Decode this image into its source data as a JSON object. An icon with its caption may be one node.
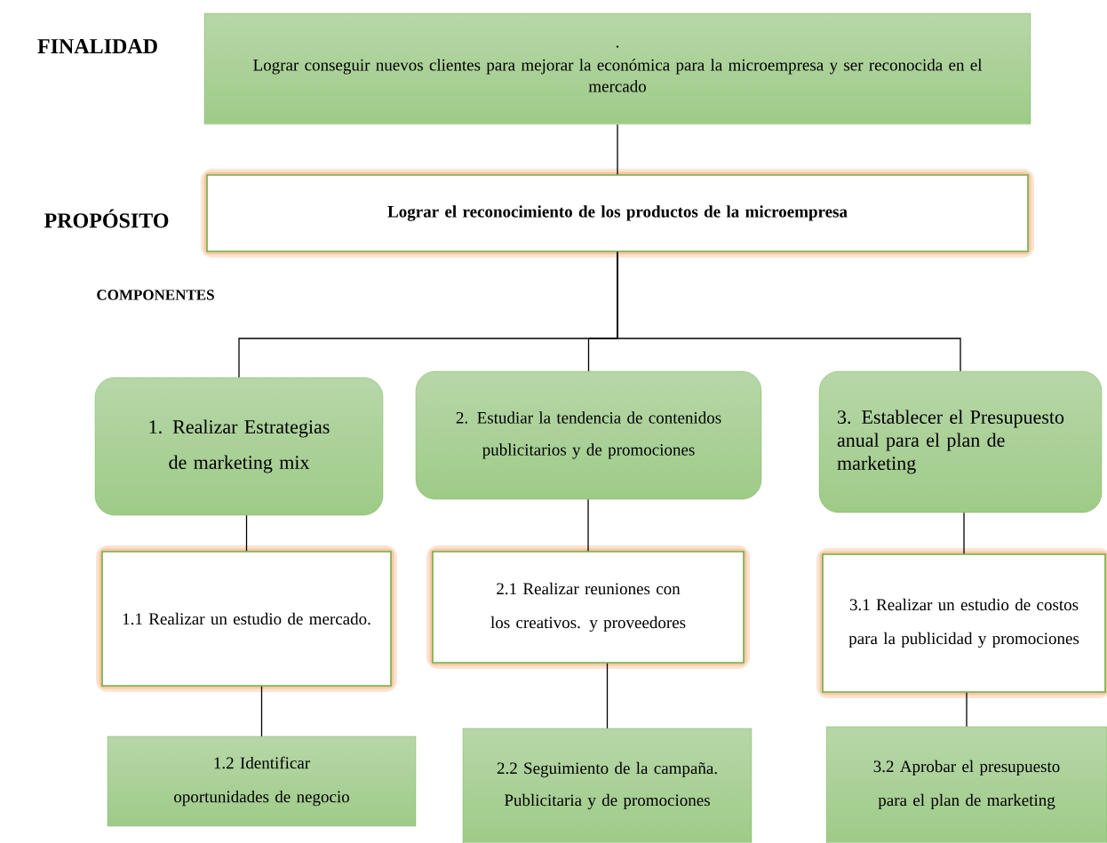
{
  "diagram": {
    "nodes": [
      {
        "text": [
          ".",
          "Lograr conseguir nuevos clientes para mejorar la económica para la microempresa y ser reconocida en el mercado"
        ]
      },
      {
        "text": [
          "Lograr el reconocimiento de los productos de la microempresa"
        ]
      },
      {
        "text": [
          "1. Realizar Estrategias de marketing mix"
        ]
      },
      {
        "text": [
          "2. Estudiar la tendencia de contenidos publicitarios y de promociones"
        ]
      },
      {
        "text": [
          "3. Establecer el Presupuesto anual para el plan de marketing"
        ]
      },
      {
        "text": [
          "1.1 Realizar un estudio de mercado."
        ]
      },
      {
        "text": [
          "2.1 Realizar reuniones con los creativos. y proveedores"
        ]
      },
      {
        "text": [
          "3.1 Realizar un estudio de costos para la publicidad y promociones"
        ]
      },
      {
        "text": [
          "1.2 Identificar oportunidades de negocio"
        ]
      },
      {
        "text": [
          "2.2 Seguimiento de la campaña. Publicitaria y de promociones"
        ]
      },
      {
        "text": [
          "3.2 Aprobar el presupuesto para el plan de marketing"
        ]
      }
    ],
    "edges": [
      {
        "from": 0,
        "to": 1,
        "arrow": "none"
      },
      {
        "from": 1,
        "to": 2,
        "arrow": "none"
      },
      {
        "from": 1,
        "to": 3,
        "arrow": "none"
      },
      {
        "from": 1,
        "to": 4,
        "arrow": "none"
      },
      {
        "from": 2,
        "to": 5,
        "arrow": "none"
      },
      {
        "from": 3,
        "to": 6,
        "arrow": "none"
      },
      {
        "from": 4,
        "to": 7,
        "arrow": "none"
      },
      {
        "from": 5,
        "to": 8,
        "arrow": "none"
      },
      {
        "from": 6,
        "to": 9,
        "arrow": "none"
      },
      {
        "from": 7,
        "to": 10,
        "arrow": "none"
      }
    ],
    "labels": [
      "FINALIDAD",
      "PROPÓSITO",
      "COMPONENTES"
    ]
  }
}
